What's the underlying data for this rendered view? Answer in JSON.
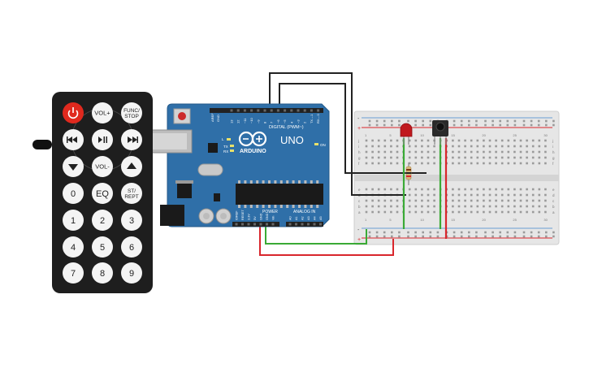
{
  "remote": {
    "buttons": [
      {
        "label": "",
        "icon": "power-icon"
      },
      {
        "label": "VOL+",
        "icon": ""
      },
      {
        "label": "FUNC/",
        "label2": "STOP",
        "icon": ""
      },
      {
        "label": "",
        "icon": "rewind-icon"
      },
      {
        "label": "",
        "icon": "play-pause-icon"
      },
      {
        "label": "",
        "icon": "fast-forward-icon"
      },
      {
        "label": "",
        "icon": "down-arrow-icon"
      },
      {
        "label": "VOL-",
        "icon": ""
      },
      {
        "label": "",
        "icon": "up-arrow-icon"
      },
      {
        "label": "0",
        "icon": ""
      },
      {
        "label": "EQ",
        "icon": ""
      },
      {
        "label": "ST/",
        "label2": "REPT",
        "icon": ""
      },
      {
        "label": "1",
        "icon": ""
      },
      {
        "label": "2",
        "icon": ""
      },
      {
        "label": "3",
        "icon": ""
      },
      {
        "label": "4",
        "icon": ""
      },
      {
        "label": "5",
        "icon": ""
      },
      {
        "label": "6",
        "icon": ""
      },
      {
        "label": "7",
        "icon": ""
      },
      {
        "label": "8",
        "icon": ""
      },
      {
        "label": "9",
        "icon": ""
      }
    ]
  },
  "arduino": {
    "brand": "ARDUINO",
    "model": "UNO",
    "digital_label": "DIGITAL (PWM~)",
    "power_label": "POWER",
    "analog_label": "ANALOG IN",
    "tx": "TX",
    "rx": "RX",
    "on": "ON",
    "l": "L",
    "aref": "AREF",
    "gnd": "GND",
    "digital_pins": [
      "13",
      "12",
      "~11",
      "~10",
      "~9",
      "8",
      "7",
      "~6",
      "~5",
      "4",
      "~3",
      "2",
      "TX→1",
      "RX←0"
    ],
    "power_pins": [
      "IOREF",
      "RESET",
      "3.3V",
      "5V",
      "GND",
      "GND",
      "Vin"
    ],
    "analog_pins": [
      "A0",
      "A1",
      "A2",
      "A3",
      "A4",
      "A5"
    ]
  },
  "breadboard": {
    "col_numbers": [
      "1",
      "5",
      "10",
      "15",
      "20",
      "25",
      "30"
    ],
    "row_letters_top": [
      "j",
      "i",
      "h",
      "g",
      "f"
    ],
    "row_letters_bottom": [
      "e",
      "d",
      "c",
      "b",
      "a"
    ],
    "rail_plus": "+",
    "rail_minus": "-"
  },
  "colors": {
    "board": "#2f6fa8",
    "remote": "#1e1e1e",
    "power_button": "#e0291e",
    "wire_black": "#222222",
    "wire_green": "#3aaa35",
    "wire_red": "#d9262c",
    "led": "#c0191e"
  }
}
